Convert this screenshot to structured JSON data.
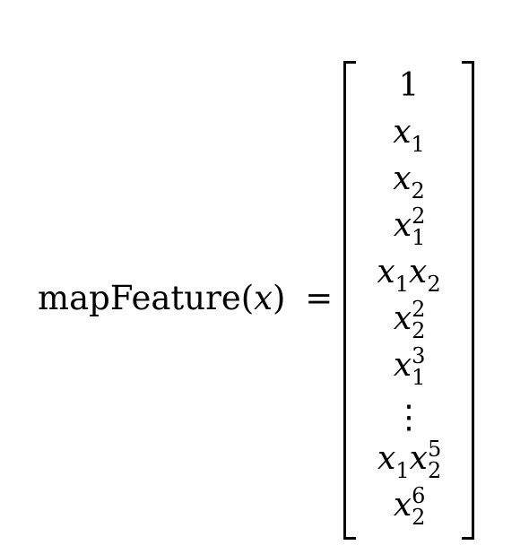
{
  "equation": {
    "lhs_function": "mapFeature(",
    "lhs_variable": "x",
    "lhs_close": ")",
    "equals": "=",
    "entries": [
      {
        "base": "1"
      },
      {
        "base": "x",
        "sub": "1"
      },
      {
        "base": "x",
        "sub": "2"
      },
      {
        "base": "x",
        "sub": "1",
        "sup": "2"
      },
      {
        "base": "x",
        "sub": "1",
        "base2": "x",
        "sub2": "2"
      },
      {
        "base": "x",
        "sub": "2",
        "sup": "2"
      },
      {
        "base": "x",
        "sub": "1",
        "sup": "3"
      },
      {
        "dots": "⋮"
      },
      {
        "base": "x",
        "sub": "1",
        "base2": "x",
        "sub2": "2",
        "sup2": "5"
      },
      {
        "base": "x",
        "sub": "2",
        "sup": "6"
      }
    ]
  }
}
